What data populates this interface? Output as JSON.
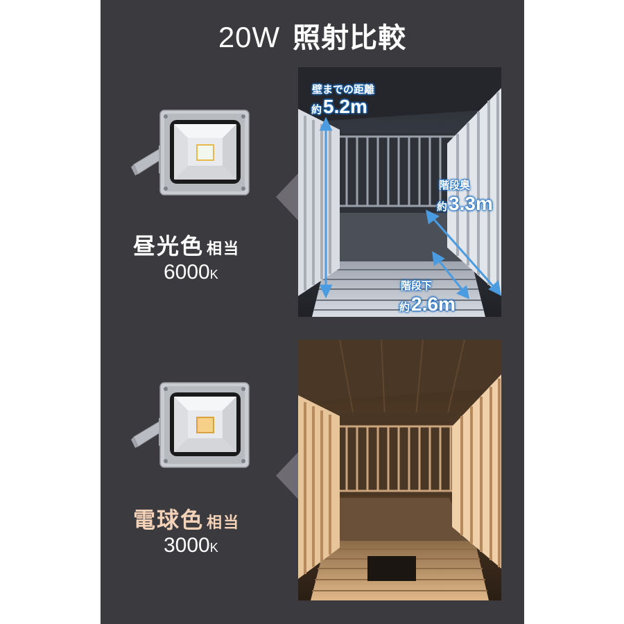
{
  "title": {
    "watt": "20W",
    "text": "照射比較"
  },
  "colors": {
    "panel_bg": "#3b3a3f",
    "daylight_text": "#ffffff",
    "warm_text": "#f4d2b8",
    "annotation_blue": "#1e6fc4",
    "arrow_blue": "#4a9be0",
    "pointer_gray": "#6e6c72"
  },
  "daylight": {
    "name": "昼光色",
    "suffix": "相当",
    "kelvin": "6000",
    "kelvin_unit": "K",
    "led_color": "#f2f8ee",
    "annotations": {
      "wall_label": "壁までの距離",
      "wall_prefix": "約",
      "wall_value": "5.2m",
      "back_label": "階段奥",
      "back_prefix": "約",
      "back_value": "3.3m",
      "down_label": "階段下",
      "down_prefix": "約",
      "down_value": "2.6m"
    }
  },
  "warm": {
    "name": "電球色",
    "suffix": "相当",
    "kelvin": "3000",
    "kelvin_unit": "K",
    "led_color": "#f6d089"
  }
}
